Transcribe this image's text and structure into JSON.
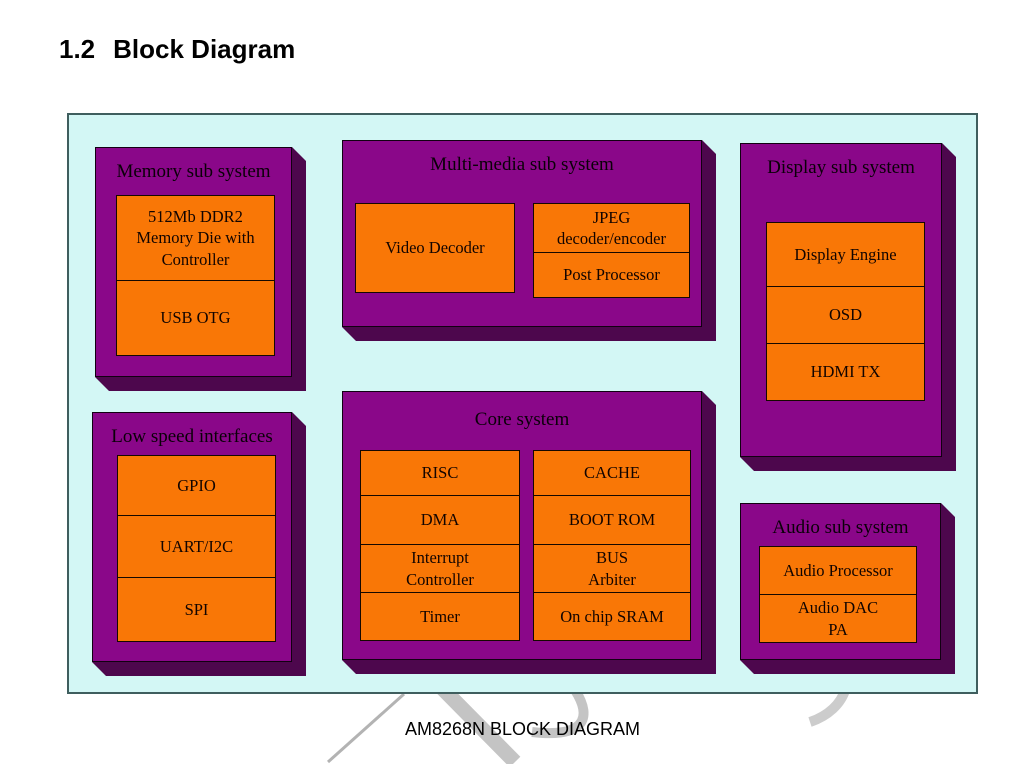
{
  "page": {
    "heading": {
      "number": "1.2",
      "title": "Block Diagram"
    },
    "caption": "AM8268N BLOCK DIAGRAM"
  },
  "colors": {
    "canvas_bg": "#d3f7f5",
    "block_fill": "#8a0789",
    "block_shadow": "#4d074d",
    "cell_fill": "#f97706"
  },
  "diagram": {
    "memory": {
      "title": "Memory sub system",
      "cells": [
        "512Mb DDR2\nMemory Die with\nController",
        "USB OTG"
      ]
    },
    "multimedia": {
      "title": "Multi-media sub system",
      "left_cell": "Video Decoder",
      "right_cells": [
        "JPEG\ndecoder/encoder",
        "Post Processor"
      ]
    },
    "display": {
      "title": "Display sub system",
      "cells": [
        "Display Engine",
        "OSD",
        "HDMI TX"
      ]
    },
    "lowspeed": {
      "title": "Low speed interfaces",
      "cells": [
        "GPIO",
        "UART/I2C",
        "SPI"
      ]
    },
    "core": {
      "title": "Core system",
      "left_cells": [
        "RISC",
        "DMA",
        "Interrupt\nController",
        "Timer"
      ],
      "right_cells": [
        "CACHE",
        "BOOT ROM",
        "BUS\nArbiter",
        "On chip SRAM"
      ]
    },
    "audio": {
      "title": "Audio sub system",
      "cells": [
        "Audio Processor",
        "Audio DAC\nPA"
      ]
    }
  }
}
